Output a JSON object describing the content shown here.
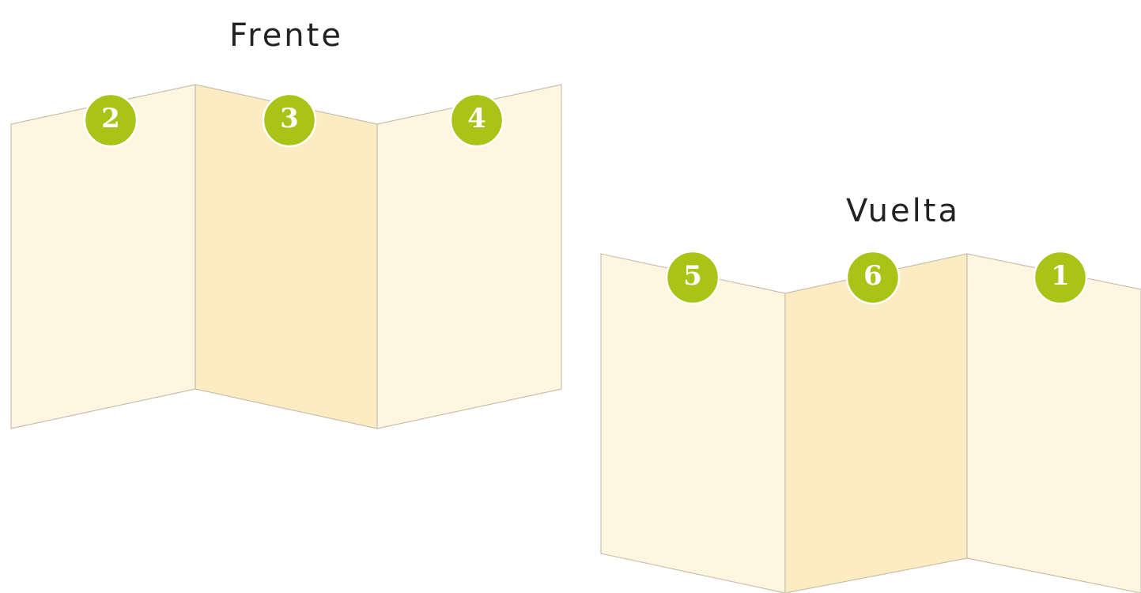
{
  "front": {
    "title": "Frente",
    "panels": [
      {
        "number": "2",
        "shade": "light"
      },
      {
        "number": "3",
        "shade": "mid"
      },
      {
        "number": "4",
        "shade": "light"
      }
    ]
  },
  "back": {
    "title": "Vuelta",
    "panels": [
      {
        "number": "5",
        "shade": "light"
      },
      {
        "number": "6",
        "shade": "mid"
      },
      {
        "number": "1",
        "shade": "light"
      }
    ]
  },
  "colors": {
    "badge": "#a9c416",
    "panel_light": "#fff6e2",
    "panel_mid": "#fdebc2",
    "panel_edge": "#c9bfae"
  }
}
